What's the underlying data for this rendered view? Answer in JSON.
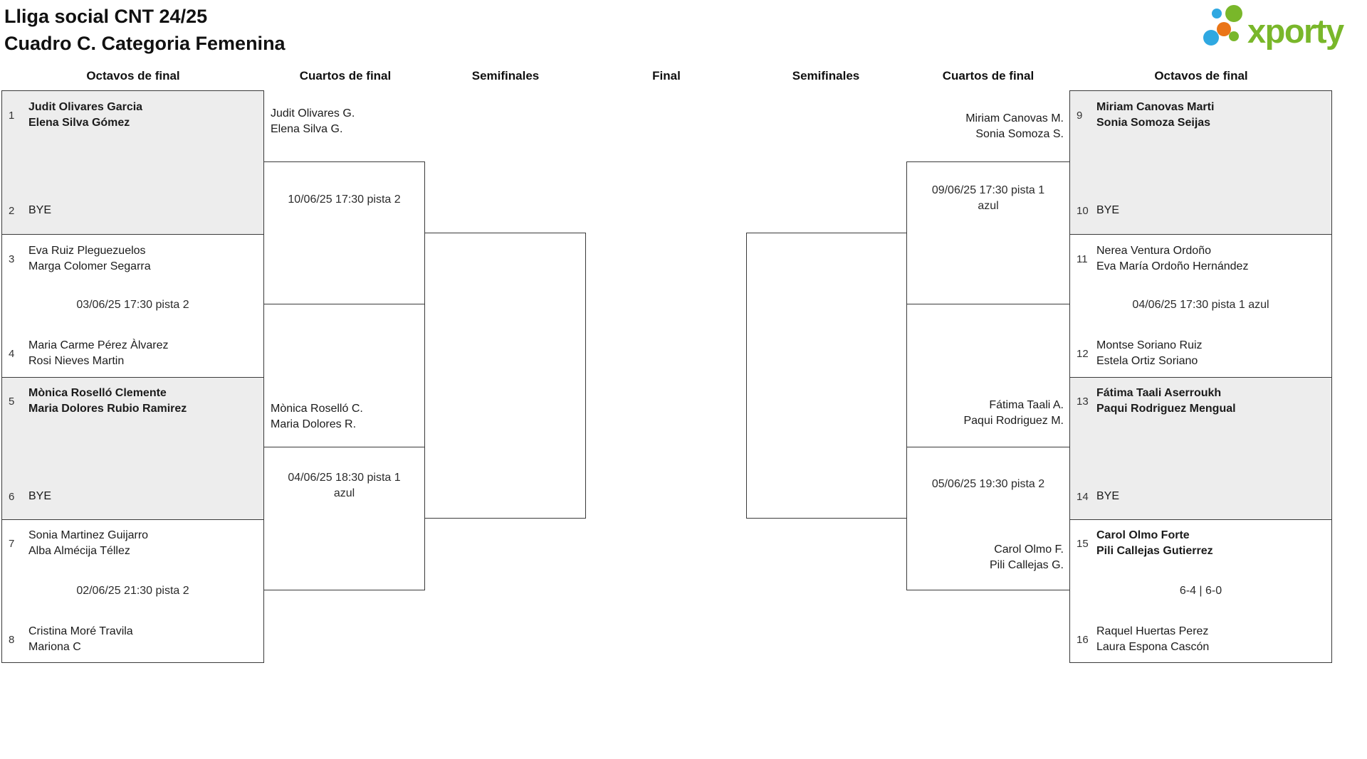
{
  "title": {
    "line1": "Lliga social CNT 24/25",
    "line2": "Cuadro C. Categoria Femenina"
  },
  "logo": {
    "brand": "xporty"
  },
  "round_headers": [
    "Octavos de final",
    "Cuartos de final",
    "Semifinales",
    "Final",
    "Semifinales",
    "Cuartos de final",
    "Octavos de final"
  ],
  "colors": {
    "brand_green": "#79b72a",
    "dot_blue": "#2fa8e1",
    "dot_orange": "#ea7517",
    "bye_fill": "#ededed",
    "line": "#3a3a3a"
  },
  "bracket": {
    "left": {
      "octavos": [
        {
          "seed_top": "1",
          "team_top": {
            "p1": "Judit Olivares Garcia",
            "p2": "Elena Silva Gómez"
          },
          "seed_bottom": "2",
          "bye": "BYE"
        },
        {
          "seed_top": "3",
          "team_top": {
            "p1": "Eva Ruiz Pleguezuelos",
            "p2": "Marga Colomer Segarra"
          },
          "match_info": "03/06/25 17:30 pista 2",
          "seed_bottom": "4",
          "team_bottom": {
            "p1": "Maria Carme Pérez Àlvarez",
            "p2": "Rosi Nieves Martin"
          }
        },
        {
          "seed_top": "5",
          "team_top": {
            "p1": "Mònica Roselló Clemente",
            "p2": "Maria Dolores Rubio Ramirez"
          },
          "seed_bottom": "6",
          "bye": "BYE"
        },
        {
          "seed_top": "7",
          "team_top": {
            "p1": "Sonia Martinez Guijarro",
            "p2": "Alba Almécija Téllez"
          },
          "match_info": "02/06/25 21:30 pista 2",
          "seed_bottom": "8",
          "team_bottom": {
            "p1": "Cristina Moré Travila",
            "p2": "Mariona C"
          }
        }
      ],
      "cuartos": [
        {
          "team": {
            "p1": "Judit Olivares G.",
            "p2": "Elena Silva G."
          },
          "info1": "10/06/25 17:30 pista 2"
        },
        {
          "team": {
            "p1": "Mònica Roselló C.",
            "p2": "Maria Dolores R."
          },
          "info1": "04/06/25 18:30 pista 1",
          "info2": "azul"
        }
      ]
    },
    "right": {
      "octavos": [
        {
          "seed_top": "9",
          "team_top": {
            "p1": "Miriam Canovas Marti",
            "p2": "Sonia Somoza Seijas"
          },
          "seed_bottom": "10",
          "bye": "BYE"
        },
        {
          "seed_top": "11",
          "team_top": {
            "p1": "Nerea Ventura Ordoño",
            "p2": "Eva María Ordoño Hernández"
          },
          "match_info": "04/06/25 17:30 pista 1 azul",
          "seed_bottom": "12",
          "team_bottom": {
            "p1": "Montse Soriano Ruiz",
            "p2": "Estela Ortiz Soriano"
          }
        },
        {
          "seed_top": "13",
          "team_top": {
            "p1": "Fátima Taali Aserroukh",
            "p2": "Paqui Rodriguez Mengual"
          },
          "seed_bottom": "14",
          "bye": "BYE"
        },
        {
          "seed_top": "15",
          "team_top": {
            "p1": "Carol Olmo Forte",
            "p2": "Pili Callejas Gutierrez"
          },
          "score": "6-4 | 6-0",
          "seed_bottom": "16",
          "team_bottom": {
            "p1": "Raquel Huertas Perez",
            "p2": "Laura Espona Cascón"
          }
        }
      ],
      "cuartos": [
        {
          "team": {
            "p1": "Miriam Canovas M.",
            "p2": "Sonia Somoza S."
          },
          "info1": "09/06/25 17:30 pista 1",
          "info2": "azul"
        },
        {
          "team": {
            "p1": "Fátima Taali A.",
            "p2": "Paqui Rodriguez M."
          },
          "info1": "05/06/25 19:30 pista 2",
          "team2": {
            "p1": "Carol Olmo F.",
            "p2": "Pili Callejas G."
          }
        }
      ]
    }
  }
}
